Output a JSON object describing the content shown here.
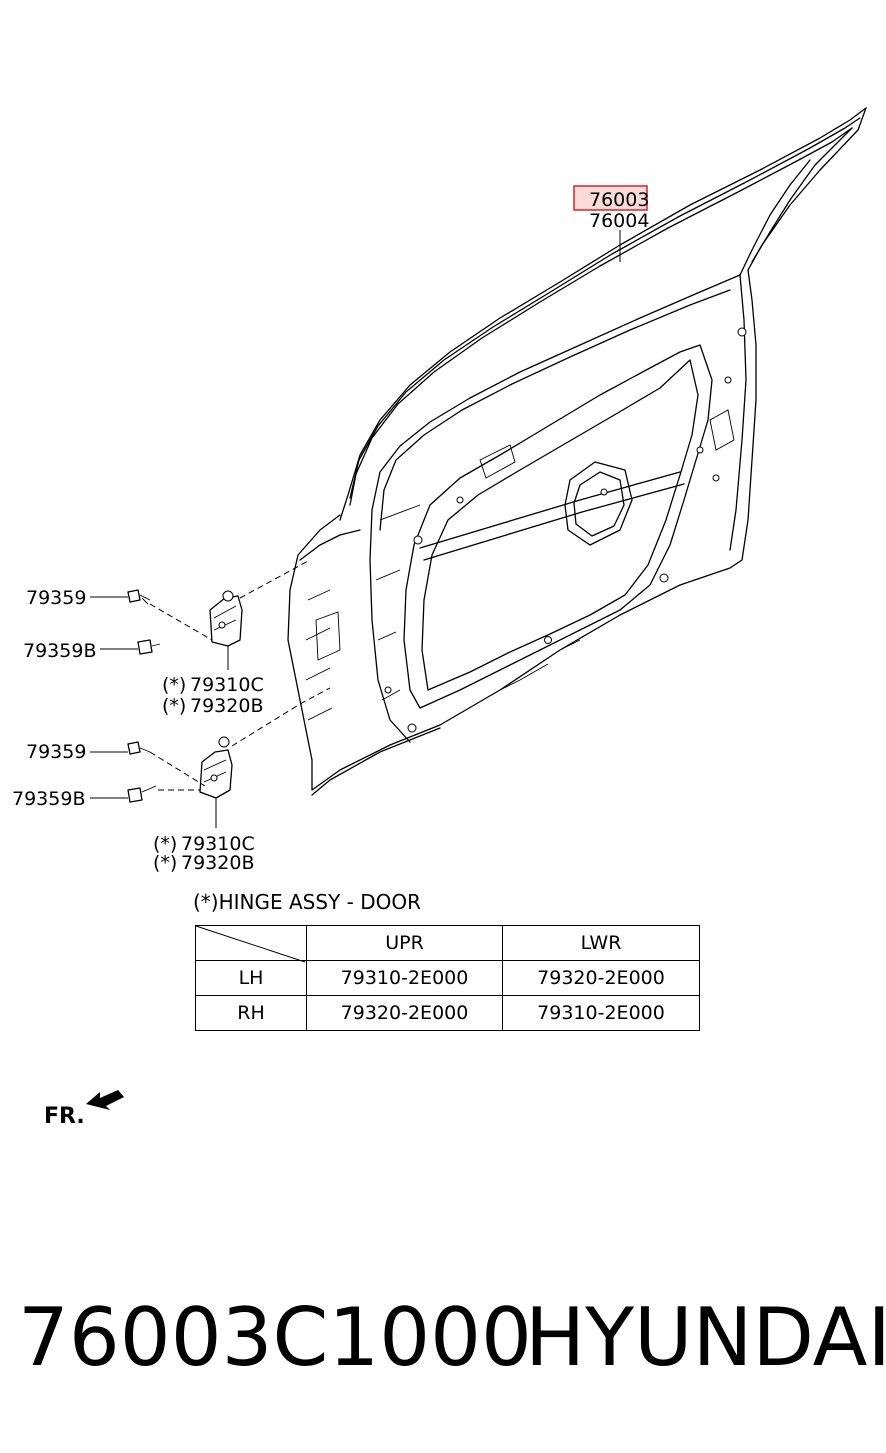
{
  "callouts": {
    "door_part_highlighted": "76003",
    "door_part_alt": "76004",
    "bolt_upper": "79359",
    "bolt_b_upper": "79359B",
    "hinge_upper_1": "79310C",
    "hinge_upper_2": "79320B",
    "bolt_lower": "79359",
    "bolt_b_lower": "79359B",
    "hinge_lower_1": "79310C",
    "hinge_lower_2": "79320B",
    "asterisk_mark": "(*)"
  },
  "hinge_table": {
    "title": "HINGE ASSY - DOOR",
    "headers": [
      "",
      "UPR",
      "LWR"
    ],
    "rows": [
      {
        "side": "LH",
        "upr": "79310-2E000",
        "lwr": "79320-2E000"
      },
      {
        "side": "RH",
        "upr": "79320-2E000",
        "lwr": "79310-2E000"
      }
    ]
  },
  "direction": {
    "label": "FR.",
    "icon": "front-arrow-icon"
  },
  "footer": {
    "part_number": "76003C1000",
    "brand": "HYUNDAI"
  },
  "colors": {
    "highlight_border": "#d9232a",
    "highlight_fill": "#fbdada",
    "ink": "#000000"
  }
}
